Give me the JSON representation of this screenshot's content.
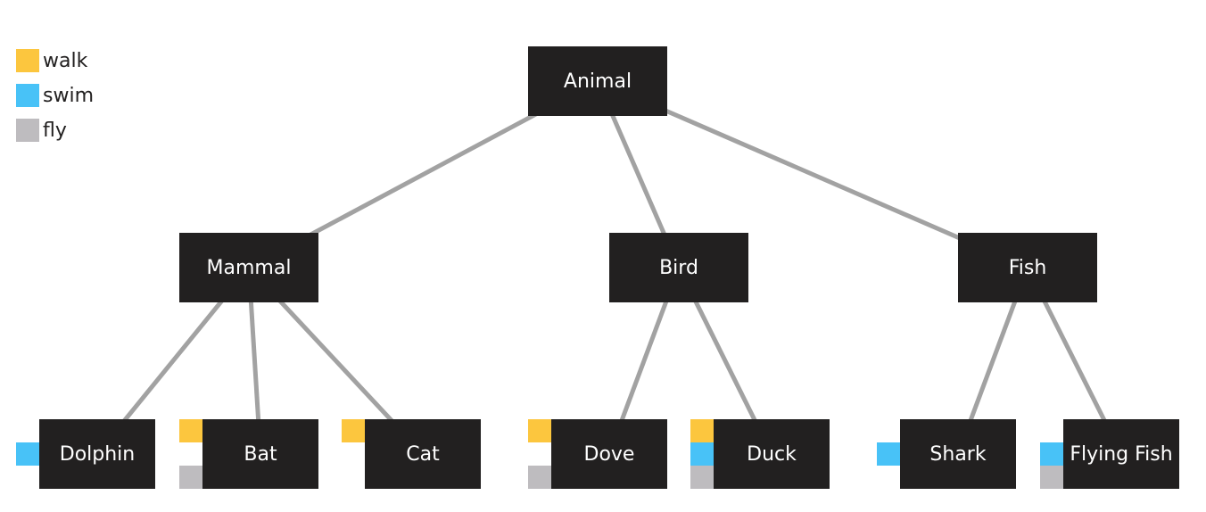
{
  "legend": [
    {
      "label": "walk",
      "color": "#fcc63e"
    },
    {
      "label": "swim",
      "color": "#48c2f7"
    },
    {
      "label": "fly",
      "color": "#bebcbf"
    }
  ],
  "nodes": {
    "animal": {
      "label": "Animal"
    },
    "mammal": {
      "label": "Mammal"
    },
    "bird": {
      "label": "Bird"
    },
    "fish": {
      "label": "Fish"
    },
    "dolphin": {
      "label": "Dolphin",
      "abilities": [
        "swim"
      ]
    },
    "bat": {
      "label": "Bat",
      "abilities": [
        "walk",
        "fly"
      ]
    },
    "cat": {
      "label": "Cat",
      "abilities": [
        "walk"
      ]
    },
    "dove": {
      "label": "Dove",
      "abilities": [
        "walk",
        "fly"
      ]
    },
    "duck": {
      "label": "Duck",
      "abilities": [
        "walk",
        "swim",
        "fly"
      ]
    },
    "shark": {
      "label": "Shark",
      "abilities": [
        "swim"
      ]
    },
    "flyfish": {
      "label": "Flying Fish",
      "abilities": [
        "swim",
        "fly"
      ]
    }
  },
  "edges": [
    [
      "animal",
      "mammal"
    ],
    [
      "animal",
      "bird"
    ],
    [
      "animal",
      "fish"
    ],
    [
      "mammal",
      "dolphin"
    ],
    [
      "mammal",
      "bat"
    ],
    [
      "mammal",
      "cat"
    ],
    [
      "bird",
      "dove"
    ],
    [
      "bird",
      "duck"
    ],
    [
      "fish",
      "shark"
    ],
    [
      "fish",
      "flyfish"
    ]
  ],
  "colors": {
    "node": "#222020",
    "edge": "#a2a2a2"
  }
}
